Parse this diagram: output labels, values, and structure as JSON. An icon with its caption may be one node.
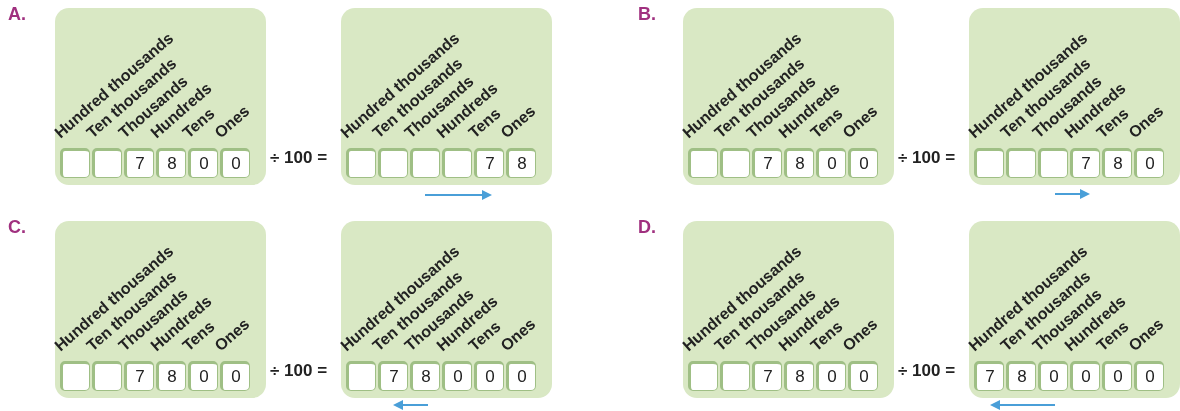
{
  "diagram": {
    "nodes": [
      {
        "text": [
          "Hundred thousands",
          "Ten thousands",
          "Thousands",
          "Hundreds",
          "Tens",
          "Ones"
        ]
      },
      {
        "text": [],
        "shape": "box",
        "in": 0
      },
      {
        "text": [],
        "shape": "box",
        "in": 0
      },
      {
        "text": [
          "7"
        ],
        "in": 0
      },
      {
        "text": [
          "8"
        ],
        "in": 0
      },
      {
        "text": [
          "0"
        ],
        "in": 0
      },
      {
        "text": [
          "0"
        ],
        "in": 0
      },
      {
        "text": [
          "Hundred thousands",
          "Ten thousands",
          "Thousands",
          "Hundreds",
          "Tens",
          "Ones"
        ]
      },
      {
        "text": [],
        "shape": "box",
        "in": 7
      },
      {
        "text": [],
        "shape": "box",
        "in": 7
      },
      {
        "text": [],
        "shape": "box",
        "in": 7
      },
      {
        "text": [],
        "shape": "box",
        "in": 7
      },
      {
        "text": [
          "7"
        ],
        "in": 7
      },
      {
        "text": [
          "8"
        ],
        "in": 7
      },
      {
        "text": [
          "Hundred thousands",
          "Ten thousands",
          "Thousands",
          "Hundreds",
          "Tens",
          "Ones"
        ]
      },
      {
        "text": [],
        "shape": "box",
        "in": 14
      },
      {
        "text": [],
        "shape": "box",
        "in": 14
      },
      {
        "text": [
          "7"
        ],
        "in": 14
      },
      {
        "text": [
          "8"
        ],
        "in": 14
      },
      {
        "text": [
          "0"
        ],
        "in": 14
      },
      {
        "text": [
          "0"
        ],
        "in": 14
      },
      {
        "text": [
          "Hundred thousands",
          "Ten thousands",
          "Thousands",
          "Hundreds",
          "Tens",
          "Ones"
        ]
      },
      {
        "text": [],
        "shape": "box",
        "in": 21
      },
      {
        "text": [],
        "shape": "box",
        "in": 21
      },
      {
        "text": [],
        "shape": "box",
        "in": 21
      },
      {
        "text": [
          "7"
        ],
        "in": 21
      },
      {
        "text": [
          "8"
        ],
        "in": 21
      },
      {
        "text": [
          "0"
        ],
        "in": 21
      },
      {
        "text": [
          "Hundred thousands",
          "Ten thousands",
          "Thousands",
          "Hundreds",
          "Tens",
          "Ones"
        ]
      },
      {
        "text": [],
        "shape": "box",
        "in": 28
      },
      {
        "text": [],
        "shape": "box",
        "in": 28
      },
      {
        "text": [
          "7"
        ],
        "in": 28
      },
      {
        "text": [
          "8"
        ],
        "in": 28
      },
      {
        "text": [
          "0"
        ],
        "in": 28
      },
      {
        "text": [
          "0"
        ],
        "in": 28
      },
      {
        "text": [
          "Hundred thousands",
          "Ten thousands",
          "Thousands",
          "Hundreds",
          "Tens",
          "Ones"
        ]
      },
      {
        "text": [],
        "shape": "box",
        "in": 35
      },
      {
        "text": [
          "7"
        ],
        "in": 35
      },
      {
        "text": [
          "8"
        ],
        "in": 35
      },
      {
        "text": [
          "0"
        ],
        "in": 35
      },
      {
        "text": [
          "0"
        ],
        "in": 35
      },
      {
        "text": [
          "0"
        ],
        "in": 35
      },
      {
        "text": [
          "Hundred thousands",
          "Ten thousands",
          "Thousands",
          "Hundreds",
          "Tens",
          "Ones"
        ]
      },
      {
        "text": [],
        "shape": "box",
        "in": 42
      },
      {
        "text": [],
        "shape": "box",
        "in": 42
      },
      {
        "text": [
          "7"
        ],
        "in": 42
      },
      {
        "text": [
          "8"
        ],
        "in": 42
      },
      {
        "text": [
          "0"
        ],
        "in": 42
      },
      {
        "text": [
          "0"
        ],
        "in": 42
      },
      {
        "text": [
          "Hundred thousands",
          "Ten thousands",
          "Thousands",
          "Hundreds",
          "Tens",
          "Ones"
        ]
      },
      {
        "text": [
          "7"
        ],
        "in": 49
      },
      {
        "text": [
          "8"
        ],
        "in": 49
      },
      {
        "text": [
          "0"
        ],
        "in": 49
      },
      {
        "text": [
          "0"
        ],
        "in": 49
      },
      {
        "text": [
          "0"
        ],
        "in": 49
      },
      {
        "text": [
          "0"
        ],
        "in": 49
      }
    ],
    "labels": [
      "A.",
      "÷ 100 =",
      "B.",
      "÷ 100 =",
      "C.",
      "÷ 100 =",
      "D.",
      "÷ 100 ="
    ]
  }
}
